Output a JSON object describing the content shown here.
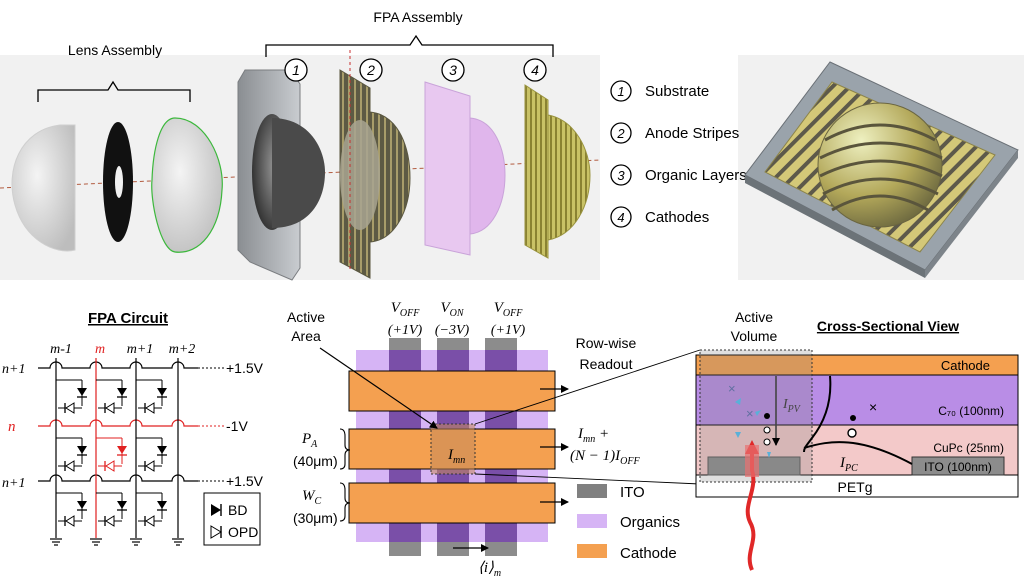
{
  "top": {
    "lens_assembly_label": "Lens Assembly",
    "fpa_assembly_label": "FPA Assembly",
    "layer_numbers": [
      "1",
      "2",
      "3",
      "4"
    ],
    "legend": [
      {
        "num": "1",
        "label": "Substrate"
      },
      {
        "num": "2",
        "label": "Anode Stripes"
      },
      {
        "num": "3",
        "label": "Organic Layers"
      },
      {
        "num": "4",
        "label": "Cathodes"
      }
    ]
  },
  "circuit": {
    "title": "FPA Circuit",
    "col_labels": [
      "m-1",
      "m",
      "m+1",
      "m+2"
    ],
    "row_labels": [
      "n+1",
      "n",
      "n+1"
    ],
    "voltages": [
      "+1.5V",
      "-1V",
      "+1.5V"
    ],
    "key": [
      {
        "symbol": "filled-diode",
        "label": "BD"
      },
      {
        "symbol": "open-diode",
        "label": "OPD"
      }
    ],
    "highlight_color": "#e02020"
  },
  "array": {
    "active_area_label": [
      "Active",
      "Area"
    ],
    "col_voltages": [
      {
        "name": "V",
        "sub": "OFF",
        "value": "(+1V)"
      },
      {
        "name": "V",
        "sub": "ON",
        "value": "(−3V)"
      },
      {
        "name": "V",
        "sub": "OFF",
        "value": "(+1V)"
      }
    ],
    "readout_label": [
      "Row-wise",
      "Readout"
    ],
    "pixel_label": {
      "name": "I",
      "sub": "mn"
    },
    "current_eq": {
      "line1_name": "I",
      "line1_sub": "mn",
      "line1_suffix": " +",
      "line2": "(N − 1)I",
      "line2_sub": "OFF"
    },
    "pitch": {
      "name": "P",
      "sub": "A",
      "value": "(40μm)"
    },
    "width": {
      "name": "W",
      "sub": "C",
      "value": "(30μm)"
    },
    "bottom_label": {
      "name": "⟨i⟩",
      "sub": "m"
    },
    "legend": [
      {
        "label": "ITO",
        "color": "#808080"
      },
      {
        "label": "Organics",
        "color": "#d6b4f5"
      },
      {
        "label": "Cathode",
        "color": "#f4a050"
      }
    ],
    "colors": {
      "cathode": "#f4a050",
      "organics": "#d6b4f5",
      "ito_dark": "#7a4fa8",
      "ito_gray": "#8c8c8c"
    }
  },
  "cross_section": {
    "title": "Cross-Sectional View",
    "active_volume_label": [
      "Active",
      "Volume"
    ],
    "layers": [
      {
        "label": "Cathode",
        "color": "#f4a050"
      },
      {
        "label": "C₇₀ (100nm)",
        "color": "#b98de6"
      },
      {
        "label": "CuPc (25nm)",
        "color": "#f3c9c9"
      },
      {
        "label": "PETg",
        "color": "#ffffff"
      }
    ],
    "ito_label": "ITO (100nm)",
    "pv_current": {
      "name": "I",
      "sub": "PV"
    },
    "pc_current": {
      "name": "I",
      "sub": "PC"
    }
  }
}
